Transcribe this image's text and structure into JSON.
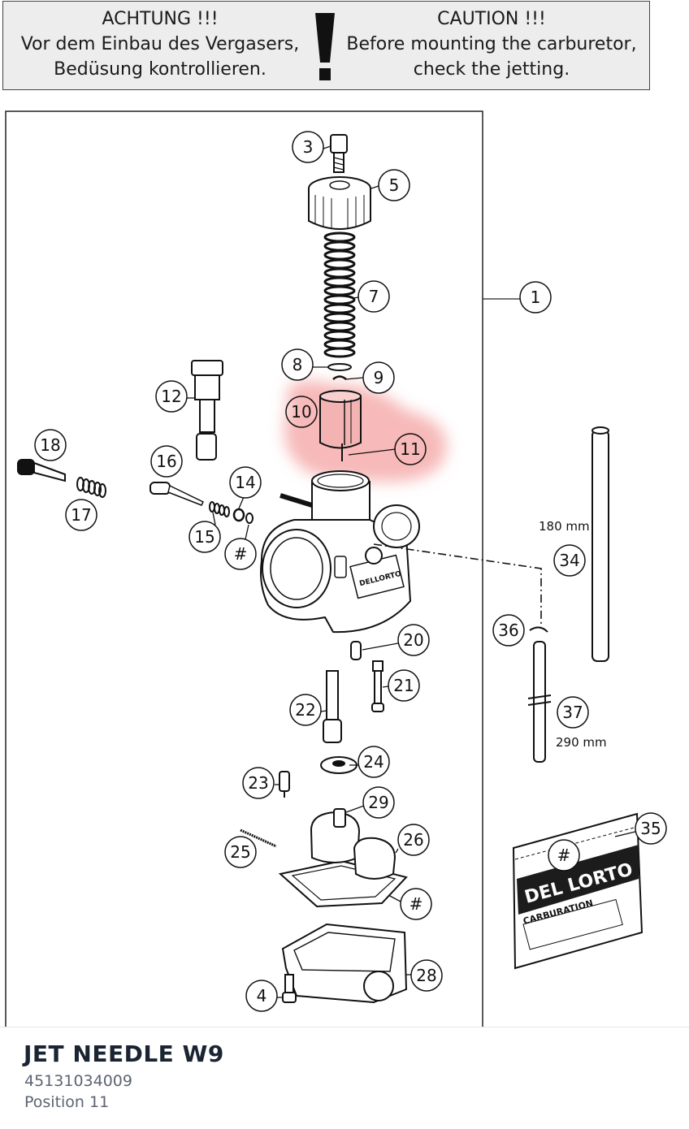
{
  "caution": {
    "german_lines": [
      "ACHTUNG !!!",
      "Vor dem Einbau des Vergasers,",
      "Bedüsung kontrollieren."
    ],
    "english_lines": [
      "CAUTION !!!",
      "Before mounting the carburetor,",
      "check the jetting."
    ],
    "mark": "!"
  },
  "diagram": {
    "callouts": [
      "3",
      "5",
      "1",
      "7",
      "8",
      "9",
      "10",
      "11",
      "12",
      "18",
      "16",
      "14",
      "17",
      "15",
      "#",
      "34",
      "36",
      "20",
      "21",
      "22",
      "37",
      "24",
      "23",
      "29",
      "26",
      "25",
      "35",
      "#",
      "#",
      "28",
      "4"
    ],
    "dimensions": [
      "180 mm",
      "290 mm"
    ],
    "highlight_color": "#f08080",
    "packet_brand": "DEL LORTO",
    "packet_label": "CARBURATION"
  },
  "part": {
    "title": "JET NEEDLE W9",
    "number": "45131034009",
    "position": "Position 11"
  }
}
